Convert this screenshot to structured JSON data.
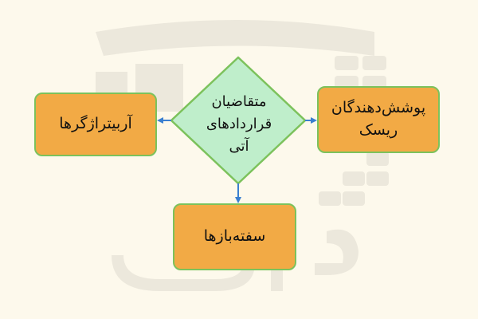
{
  "center_node": {
    "lines": [
      "متقاضیان",
      "قراردادهای",
      "آتی"
    ]
  },
  "left_node": {
    "lines": [
      "آربیتراژگرها"
    ]
  },
  "right_node": {
    "lines": [
      "پوشش‌دهندگان",
      "ریسک"
    ]
  },
  "bottom_node": {
    "lines": [
      "سفته‌بازها"
    ]
  },
  "colors": {
    "background": "#fdf9ec",
    "box_fill": "#f2aa45",
    "box_border": "#7cc25c",
    "diamond_fill": "#bfeecb",
    "diamond_border": "#7cc25c",
    "arrow": "#3a7fd0",
    "watermark": "#ece8dc"
  }
}
